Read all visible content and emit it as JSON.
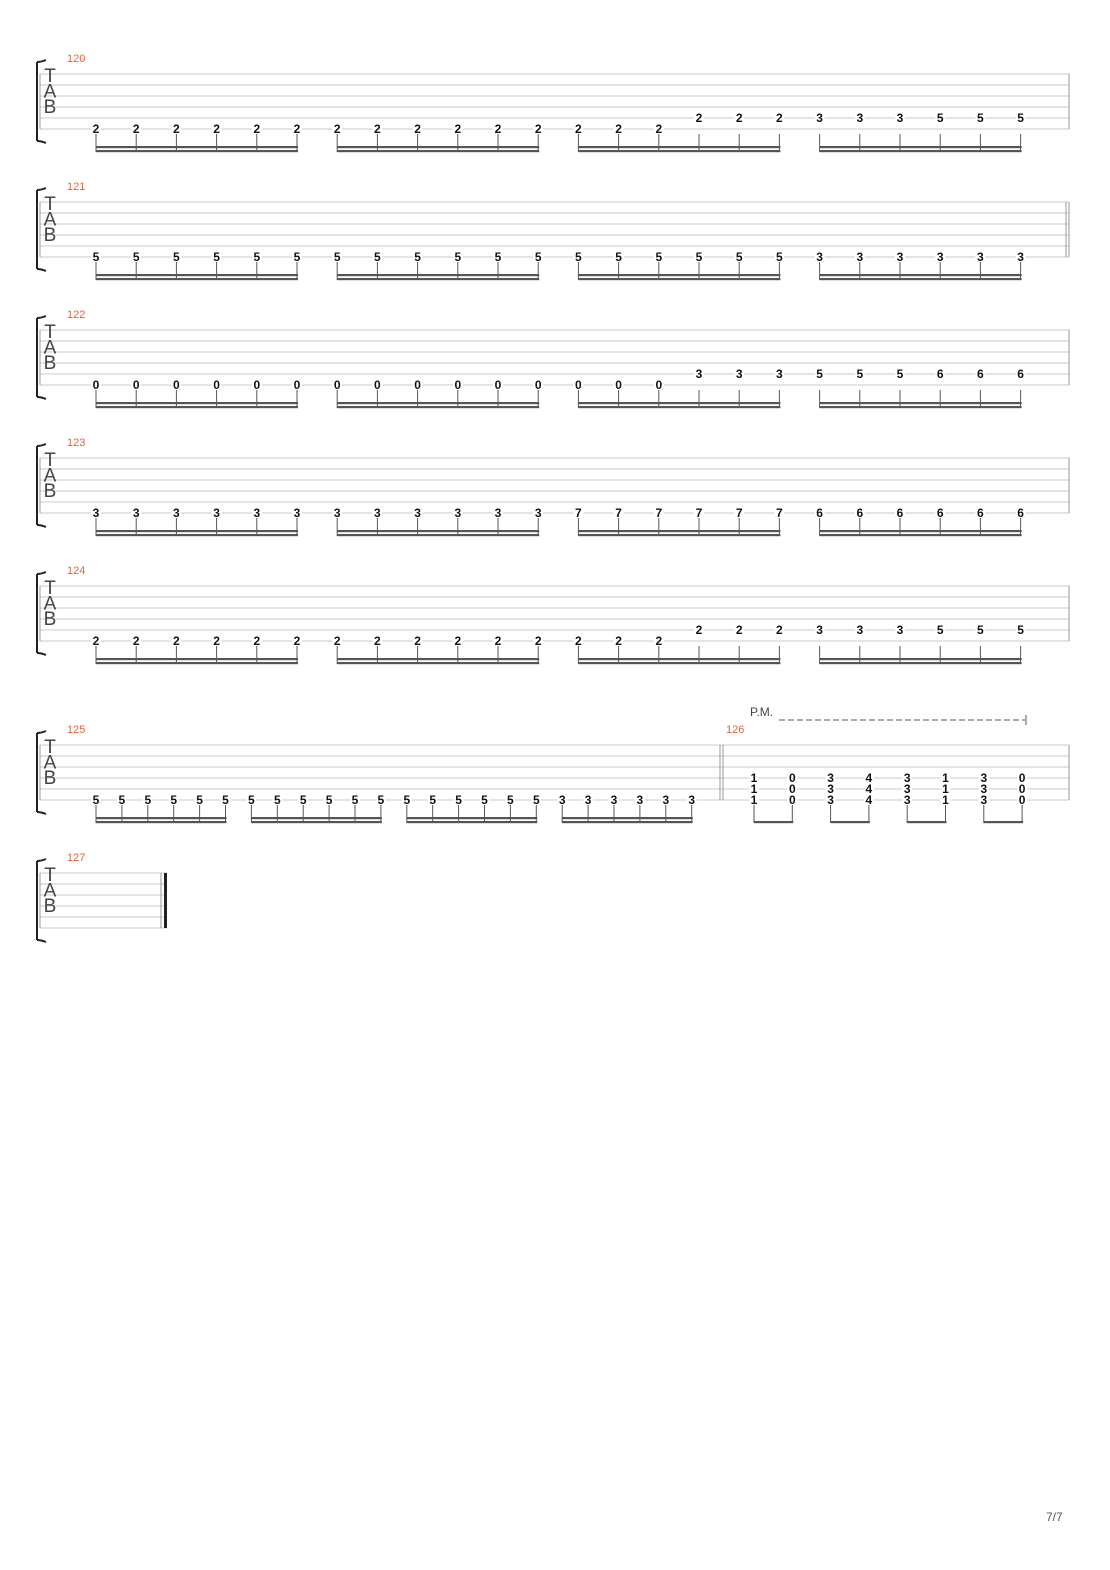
{
  "clef": [
    "T",
    "A",
    "B"
  ],
  "page_number": "7/7",
  "palm_mute_label": "P.M.",
  "systems": [
    {
      "measures": [
        {
          "number": "120",
          "groups": [
            {
              "notes": [
                {
                  "s": 6,
                  "f": "2"
                },
                {
                  "s": 6,
                  "f": "2"
                },
                {
                  "s": 6,
                  "f": "2"
                },
                {
                  "s": 6,
                  "f": "2"
                },
                {
                  "s": 6,
                  "f": "2"
                },
                {
                  "s": 6,
                  "f": "2"
                }
              ]
            },
            {
              "notes": [
                {
                  "s": 6,
                  "f": "2"
                },
                {
                  "s": 6,
                  "f": "2"
                },
                {
                  "s": 6,
                  "f": "2"
                },
                {
                  "s": 6,
                  "f": "2"
                },
                {
                  "s": 6,
                  "f": "2"
                },
                {
                  "s": 6,
                  "f": "2"
                }
              ]
            },
            {
              "notes": [
                {
                  "s": 6,
                  "f": "2"
                },
                {
                  "s": 6,
                  "f": "2"
                },
                {
                  "s": 6,
                  "f": "2"
                },
                {
                  "s": 5,
                  "f": "2"
                },
                {
                  "s": 5,
                  "f": "2"
                },
                {
                  "s": 5,
                  "f": "2"
                }
              ]
            },
            {
              "notes": [
                {
                  "s": 5,
                  "f": "3"
                },
                {
                  "s": 5,
                  "f": "3"
                },
                {
                  "s": 5,
                  "f": "3"
                },
                {
                  "s": 5,
                  "f": "5"
                },
                {
                  "s": 5,
                  "f": "5"
                },
                {
                  "s": 5,
                  "f": "5"
                }
              ]
            }
          ]
        }
      ]
    },
    {
      "measures": [
        {
          "number": "121",
          "groups": [
            {
              "notes": [
                {
                  "s": 6,
                  "f": "5"
                },
                {
                  "s": 6,
                  "f": "5"
                },
                {
                  "s": 6,
                  "f": "5"
                },
                {
                  "s": 6,
                  "f": "5"
                },
                {
                  "s": 6,
                  "f": "5"
                },
                {
                  "s": 6,
                  "f": "5"
                }
              ]
            },
            {
              "notes": [
                {
                  "s": 6,
                  "f": "5"
                },
                {
                  "s": 6,
                  "f": "5"
                },
                {
                  "s": 6,
                  "f": "5"
                },
                {
                  "s": 6,
                  "f": "5"
                },
                {
                  "s": 6,
                  "f": "5"
                },
                {
                  "s": 6,
                  "f": "5"
                }
              ]
            },
            {
              "notes": [
                {
                  "s": 6,
                  "f": "5"
                },
                {
                  "s": 6,
                  "f": "5"
                },
                {
                  "s": 6,
                  "f": "5"
                },
                {
                  "s": 6,
                  "f": "5"
                },
                {
                  "s": 6,
                  "f": "5"
                },
                {
                  "s": 6,
                  "f": "5"
                }
              ]
            },
            {
              "notes": [
                {
                  "s": 6,
                  "f": "3"
                },
                {
                  "s": 6,
                  "f": "3"
                },
                {
                  "s": 6,
                  "f": "3"
                },
                {
                  "s": 6,
                  "f": "3"
                },
                {
                  "s": 6,
                  "f": "3"
                },
                {
                  "s": 6,
                  "f": "3"
                }
              ]
            }
          ]
        }
      ]
    },
    {
      "measures": [
        {
          "number": "122",
          "groups": [
            {
              "notes": [
                {
                  "s": 6,
                  "f": "0"
                },
                {
                  "s": 6,
                  "f": "0"
                },
                {
                  "s": 6,
                  "f": "0"
                },
                {
                  "s": 6,
                  "f": "0"
                },
                {
                  "s": 6,
                  "f": "0"
                },
                {
                  "s": 6,
                  "f": "0"
                }
              ]
            },
            {
              "notes": [
                {
                  "s": 6,
                  "f": "0"
                },
                {
                  "s": 6,
                  "f": "0"
                },
                {
                  "s": 6,
                  "f": "0"
                },
                {
                  "s": 6,
                  "f": "0"
                },
                {
                  "s": 6,
                  "f": "0"
                },
                {
                  "s": 6,
                  "f": "0"
                }
              ]
            },
            {
              "notes": [
                {
                  "s": 6,
                  "f": "0"
                },
                {
                  "s": 6,
                  "f": "0"
                },
                {
                  "s": 6,
                  "f": "0"
                },
                {
                  "s": 5,
                  "f": "3"
                },
                {
                  "s": 5,
                  "f": "3"
                },
                {
                  "s": 5,
                  "f": "3"
                }
              ]
            },
            {
              "notes": [
                {
                  "s": 5,
                  "f": "5"
                },
                {
                  "s": 5,
                  "f": "5"
                },
                {
                  "s": 5,
                  "f": "5"
                },
                {
                  "s": 5,
                  "f": "6"
                },
                {
                  "s": 5,
                  "f": "6"
                },
                {
                  "s": 5,
                  "f": "6"
                }
              ]
            }
          ]
        }
      ]
    },
    {
      "measures": [
        {
          "number": "123",
          "groups": [
            {
              "notes": [
                {
                  "s": 6,
                  "f": "3"
                },
                {
                  "s": 6,
                  "f": "3"
                },
                {
                  "s": 6,
                  "f": "3"
                },
                {
                  "s": 6,
                  "f": "3"
                },
                {
                  "s": 6,
                  "f": "3"
                },
                {
                  "s": 6,
                  "f": "3"
                }
              ]
            },
            {
              "notes": [
                {
                  "s": 6,
                  "f": "3"
                },
                {
                  "s": 6,
                  "f": "3"
                },
                {
                  "s": 6,
                  "f": "3"
                },
                {
                  "s": 6,
                  "f": "3"
                },
                {
                  "s": 6,
                  "f": "3"
                },
                {
                  "s": 6,
                  "f": "3"
                }
              ]
            },
            {
              "notes": [
                {
                  "s": 6,
                  "f": "7"
                },
                {
                  "s": 6,
                  "f": "7"
                },
                {
                  "s": 6,
                  "f": "7"
                },
                {
                  "s": 6,
                  "f": "7"
                },
                {
                  "s": 6,
                  "f": "7"
                },
                {
                  "s": 6,
                  "f": "7"
                }
              ]
            },
            {
              "notes": [
                {
                  "s": 6,
                  "f": "6"
                },
                {
                  "s": 6,
                  "f": "6"
                },
                {
                  "s": 6,
                  "f": "6"
                },
                {
                  "s": 6,
                  "f": "6"
                },
                {
                  "s": 6,
                  "f": "6"
                },
                {
                  "s": 6,
                  "f": "6"
                }
              ]
            }
          ]
        }
      ]
    },
    {
      "measures": [
        {
          "number": "124",
          "groups": [
            {
              "notes": [
                {
                  "s": 6,
                  "f": "2"
                },
                {
                  "s": 6,
                  "f": "2"
                },
                {
                  "s": 6,
                  "f": "2"
                },
                {
                  "s": 6,
                  "f": "2"
                },
                {
                  "s": 6,
                  "f": "2"
                },
                {
                  "s": 6,
                  "f": "2"
                }
              ]
            },
            {
              "notes": [
                {
                  "s": 6,
                  "f": "2"
                },
                {
                  "s": 6,
                  "f": "2"
                },
                {
                  "s": 6,
                  "f": "2"
                },
                {
                  "s": 6,
                  "f": "2"
                },
                {
                  "s": 6,
                  "f": "2"
                },
                {
                  "s": 6,
                  "f": "2"
                }
              ]
            },
            {
              "notes": [
                {
                  "s": 6,
                  "f": "2"
                },
                {
                  "s": 6,
                  "f": "2"
                },
                {
                  "s": 6,
                  "f": "2"
                },
                {
                  "s": 5,
                  "f": "2"
                },
                {
                  "s": 5,
                  "f": "2"
                },
                {
                  "s": 5,
                  "f": "2"
                }
              ]
            },
            {
              "notes": [
                {
                  "s": 5,
                  "f": "3"
                },
                {
                  "s": 5,
                  "f": "3"
                },
                {
                  "s": 5,
                  "f": "3"
                },
                {
                  "s": 5,
                  "f": "5"
                },
                {
                  "s": 5,
                  "f": "5"
                },
                {
                  "s": 5,
                  "f": "5"
                }
              ]
            }
          ]
        }
      ]
    },
    {
      "measures": [
        {
          "number": "125",
          "groups": [
            {
              "notes": [
                {
                  "s": 6,
                  "f": "5"
                },
                {
                  "s": 6,
                  "f": "5"
                },
                {
                  "s": 6,
                  "f": "5"
                },
                {
                  "s": 6,
                  "f": "5"
                },
                {
                  "s": 6,
                  "f": "5"
                },
                {
                  "s": 6,
                  "f": "5"
                }
              ]
            },
            {
              "notes": [
                {
                  "s": 6,
                  "f": "5"
                },
                {
                  "s": 6,
                  "f": "5"
                },
                {
                  "s": 6,
                  "f": "5"
                },
                {
                  "s": 6,
                  "f": "5"
                },
                {
                  "s": 6,
                  "f": "5"
                },
                {
                  "s": 6,
                  "f": "5"
                }
              ]
            },
            {
              "notes": [
                {
                  "s": 6,
                  "f": "5"
                },
                {
                  "s": 6,
                  "f": "5"
                },
                {
                  "s": 6,
                  "f": "5"
                },
                {
                  "s": 6,
                  "f": "5"
                },
                {
                  "s": 6,
                  "f": "5"
                },
                {
                  "s": 6,
                  "f": "5"
                }
              ]
            },
            {
              "notes": [
                {
                  "s": 6,
                  "f": "3"
                },
                {
                  "s": 6,
                  "f": "3"
                },
                {
                  "s": 6,
                  "f": "3"
                },
                {
                  "s": 6,
                  "f": "3"
                },
                {
                  "s": 6,
                  "f": "3"
                },
                {
                  "s": 6,
                  "f": "3"
                }
              ]
            }
          ]
        },
        {
          "number": "126",
          "groups": [
            {
              "chords": [
                [
                  {
                    "s": 4,
                    "f": "1"
                  },
                  {
                    "s": 5,
                    "f": "1"
                  },
                  {
                    "s": 6,
                    "f": "1"
                  }
                ],
                [
                  {
                    "s": 4,
                    "f": "0"
                  },
                  {
                    "s": 5,
                    "f": "0"
                  },
                  {
                    "s": 6,
                    "f": "0"
                  }
                ]
              ]
            },
            {
              "chords": [
                [
                  {
                    "s": 4,
                    "f": "3"
                  },
                  {
                    "s": 5,
                    "f": "3"
                  },
                  {
                    "s": 6,
                    "f": "3"
                  }
                ],
                [
                  {
                    "s": 4,
                    "f": "4"
                  },
                  {
                    "s": 5,
                    "f": "4"
                  },
                  {
                    "s": 6,
                    "f": "4"
                  }
                ]
              ]
            },
            {
              "chords": [
                [
                  {
                    "s": 4,
                    "f": "3"
                  },
                  {
                    "s": 5,
                    "f": "3"
                  },
                  {
                    "s": 6,
                    "f": "3"
                  }
                ],
                [
                  {
                    "s": 4,
                    "f": "1"
                  },
                  {
                    "s": 5,
                    "f": "1"
                  },
                  {
                    "s": 6,
                    "f": "1"
                  }
                ]
              ]
            },
            {
              "chords": [
                [
                  {
                    "s": 4,
                    "f": "3"
                  },
                  {
                    "s": 5,
                    "f": "3"
                  },
                  {
                    "s": 6,
                    "f": "3"
                  }
                ],
                [
                  {
                    "s": 4,
                    "f": "0"
                  },
                  {
                    "s": 5,
                    "f": "0"
                  },
                  {
                    "s": 6,
                    "f": "0"
                  }
                ]
              ]
            }
          ]
        }
      ]
    },
    {
      "measures": [
        {
          "number": "127",
          "groups": []
        }
      ]
    }
  ]
}
